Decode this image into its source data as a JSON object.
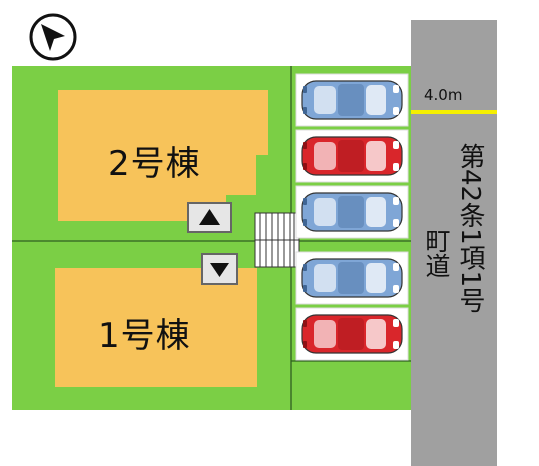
{
  "buildings": {
    "building_2": {
      "label": "2号棟"
    },
    "building_1": {
      "label": "1号棟"
    }
  },
  "road": {
    "name": "町道",
    "designation": "第42条1項1号",
    "width": "4.0m"
  },
  "icons": {
    "compass": "north-arrow-icon",
    "access_up": "triangle-up-icon",
    "access_down": "triangle-down-icon",
    "car": "car-icon"
  },
  "parking": {
    "car_colors": [
      "#7fa6d6",
      "#d9262b",
      "#7fa6d6",
      "#7fa6d6",
      "#d9262b"
    ]
  },
  "colors": {
    "lot": "#7bcf45",
    "building": "#f7c35a",
    "road": "#a0a0a0",
    "road_width_line": "#f5ef00"
  }
}
